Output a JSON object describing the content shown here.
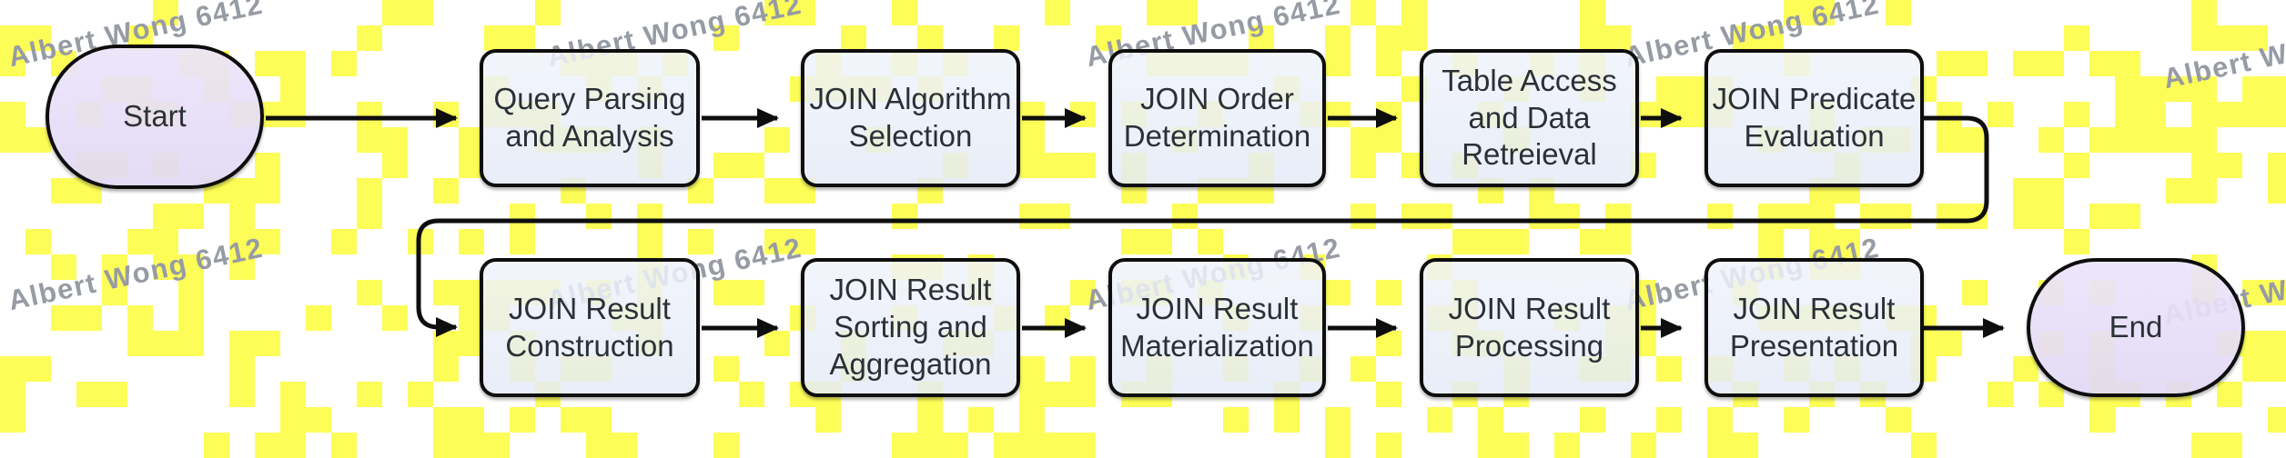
{
  "watermark": {
    "text": "Albert Wong 6412",
    "color": "#969ba4"
  },
  "background_pattern": {
    "color": "#fdfd58",
    "cell_size": 28,
    "density": 0.27,
    "seed": 11
  },
  "flowchart": {
    "type": "flowchart",
    "connector_color": "#0e0e0e",
    "node_fill": "#edf1f9",
    "terminal_fill": "#e8e0f7",
    "text_color": "#2b3036",
    "nodes": [
      {
        "id": "start",
        "label": "Start",
        "type": "terminal"
      },
      {
        "id": "query-parsing-and-analysis",
        "label": "Query Parsing\nand Analysis",
        "type": "process"
      },
      {
        "id": "join-algorithm-selection",
        "label": "JOIN Algorithm\nSelection",
        "type": "process"
      },
      {
        "id": "join-order-determination",
        "label": "JOIN Order\nDetermination",
        "type": "process"
      },
      {
        "id": "table-access-and-data-retreieval",
        "label": "Table Access\nand Data\nRetreieval",
        "type": "process"
      },
      {
        "id": "join-predicate-evaluation",
        "label": "JOIN Predicate\nEvaluation",
        "type": "process"
      },
      {
        "id": "join-result-construction",
        "label": "JOIN Result\nConstruction",
        "type": "process"
      },
      {
        "id": "join-result-sorting-and-aggregation",
        "label": "JOIN Result\nSorting and\nAggregation",
        "type": "process"
      },
      {
        "id": "join-result-materialization",
        "label": "JOIN Result\nMaterialization",
        "type": "process"
      },
      {
        "id": "join-result-processing",
        "label": "JOIN Result\nProcessing",
        "type": "process"
      },
      {
        "id": "join-result-presentation",
        "label": "JOIN Result\nPresentation",
        "type": "process"
      },
      {
        "id": "end",
        "label": "End",
        "type": "terminal"
      }
    ],
    "edges": [
      [
        "start",
        "query-parsing-and-analysis"
      ],
      [
        "query-parsing-and-analysis",
        "join-algorithm-selection"
      ],
      [
        "join-algorithm-selection",
        "join-order-determination"
      ],
      [
        "join-order-determination",
        "table-access-and-data-retreieval"
      ],
      [
        "table-access-and-data-retreieval",
        "join-predicate-evaluation"
      ],
      [
        "join-predicate-evaluation",
        "join-result-construction"
      ],
      [
        "join-result-construction",
        "join-result-sorting-and-aggregation"
      ],
      [
        "join-result-sorting-and-aggregation",
        "join-result-materialization"
      ],
      [
        "join-result-materialization",
        "join-result-processing"
      ],
      [
        "join-result-processing",
        "join-result-presentation"
      ],
      [
        "join-result-presentation",
        "end"
      ]
    ]
  }
}
